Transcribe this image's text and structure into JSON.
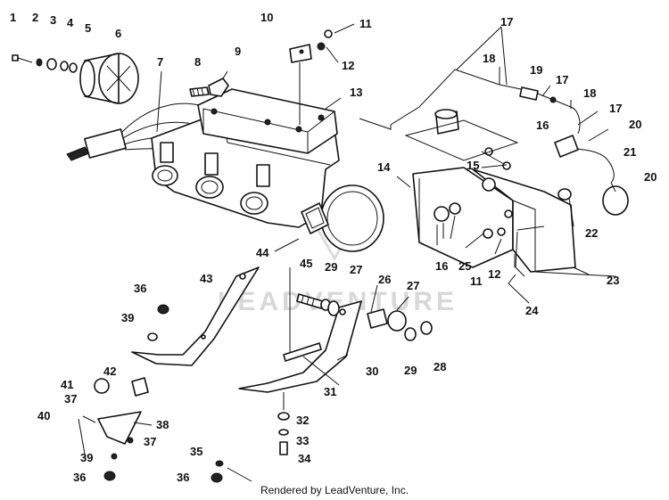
{
  "watermark": "LEADVENTURE",
  "credit": "Rendered by LeadVenture, Inc.",
  "callouts": {
    "c1": "1",
    "c2": "2",
    "c3": "3",
    "c4": "4",
    "c5": "5",
    "c6": "6",
    "c7": "7",
    "c8": "8",
    "c9": "9",
    "c10": "10",
    "c11a": "11",
    "c11b": "11",
    "c12a": "12",
    "c12b": "12",
    "c13": "13",
    "c14": "14",
    "c15": "15",
    "c16a": "16",
    "c16b": "16",
    "c17a": "17",
    "c17b": "17",
    "c17c": "17",
    "c18a": "18",
    "c18b": "18",
    "c19": "19",
    "c20a": "20",
    "c20b": "20",
    "c21": "21",
    "c22": "22",
    "c23": "23",
    "c24": "24",
    "c25": "25",
    "c26": "26",
    "c27a": "27",
    "c27b": "27",
    "c28": "28",
    "c29a": "29",
    "c29b": "29",
    "c30": "30",
    "c31": "31",
    "c32": "32",
    "c33": "33",
    "c34": "34",
    "c35": "35",
    "c36a": "36",
    "c36b": "36",
    "c36c": "36",
    "c37a": "37",
    "c37b": "37",
    "c38": "38",
    "c39a": "39",
    "c39b": "39",
    "c40": "40",
    "c41": "41",
    "c42": "42",
    "c43": "43",
    "c44": "44",
    "c45": "45"
  }
}
